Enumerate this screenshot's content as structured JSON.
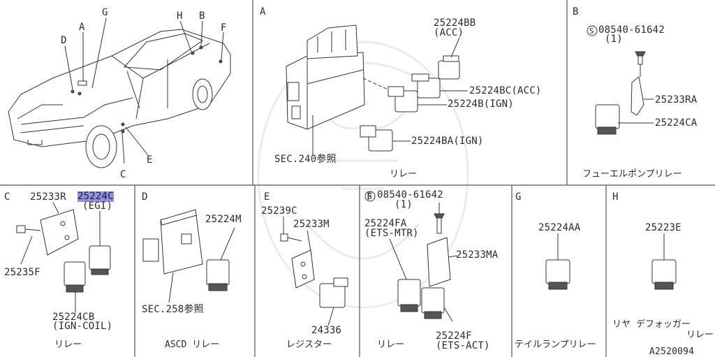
{
  "panels": {
    "A": {
      "letter": "A",
      "label_bb": "25224BB",
      "label_bb_sub": "(ACC)",
      "label_bc": "25224BC(ACC)",
      "label_b": "25224B(IGN)",
      "label_ba": "25224BA(IGN)",
      "sec": "SEC.240参照",
      "caption": "リレー"
    },
    "B": {
      "letter": "B",
      "bolt": "08540-61642",
      "bolt_qty": "(1)",
      "label_bolt_symbol": "S",
      "label_ra": "25233RA",
      "label_ca": "25224CA",
      "caption": "フューエルポンプリレー"
    },
    "C": {
      "letter": "C",
      "label_r": "25233R",
      "label_c": "25224C",
      "label_c_sub": "(EGI)",
      "label_f": "25235F",
      "label_cb": "25224CB",
      "label_cb_sub": "(IGN-COIL)",
      "caption": "リレー"
    },
    "D": {
      "letter": "D",
      "label_m": "25224M",
      "sec": "SEC.258参照",
      "caption": "ASCD リレー"
    },
    "E": {
      "letter": "E",
      "label_239c": "25239C",
      "label_233m": "25233M",
      "label_24336": "24336",
      "caption": "レジスター"
    },
    "F": {
      "letter": "F",
      "bolt": "08540-61642",
      "bolt_qty": "(1)",
      "label_bolt_symbol": "S",
      "label_fa": "25224FA",
      "label_fa_sub": "(ETS-MTR)",
      "label_ma": "25233MA",
      "label_f": "25224F",
      "label_f_sub": "(ETS-ACT)",
      "caption": "リレー"
    },
    "G": {
      "letter": "G",
      "label_aa": "25224AA",
      "caption": "テイルランプリレー"
    },
    "H": {
      "letter": "H",
      "label_e": "25223E",
      "caption_1": "リヤ デフォッガー",
      "caption_2": "リレー"
    }
  },
  "car": {
    "callouts": [
      "A",
      "G",
      "D",
      "H",
      "B",
      "F",
      "E",
      "C"
    ]
  },
  "figure_id": "A2520094"
}
